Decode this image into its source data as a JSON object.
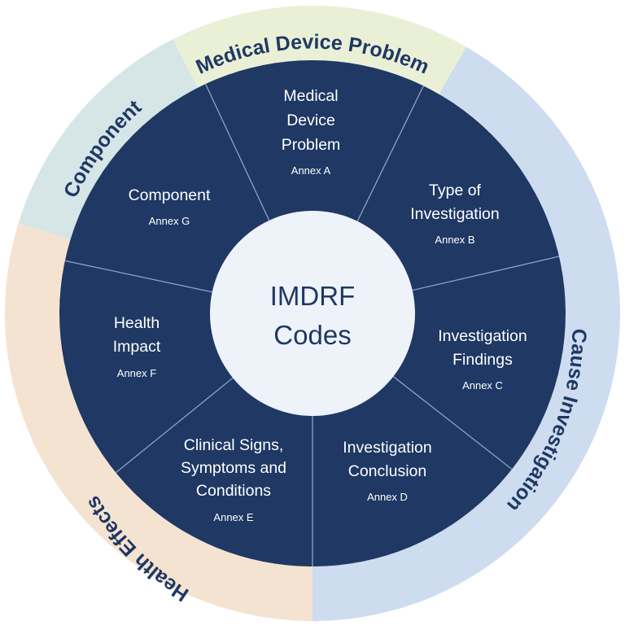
{
  "center": {
    "lines": [
      "IMDRF",
      "Codes"
    ]
  },
  "outer_ring": [
    {
      "label": "Medical Device Problem",
      "color": "#eaf0d6"
    },
    {
      "label": "Cause Investigation",
      "color": "#cddcef"
    },
    {
      "label": "Health Effects",
      "color": "#f5e3d1"
    },
    {
      "label": "Component",
      "color": "#d6e5e6"
    }
  ],
  "segments": [
    {
      "title_lines": [
        "Medical",
        "Device",
        "Problem"
      ],
      "annex": "Annex A"
    },
    {
      "title_lines": [
        "Type of",
        "Investigation"
      ],
      "annex": "Annex B"
    },
    {
      "title_lines": [
        "Investigation",
        "Findings"
      ],
      "annex": "Annex C"
    },
    {
      "title_lines": [
        "Investigation",
        "Conclusion"
      ],
      "annex": "Annex D"
    },
    {
      "title_lines": [
        "Clinical Signs,",
        "Symptoms and",
        "Conditions"
      ],
      "annex": "Annex E"
    },
    {
      "title_lines": [
        "Health",
        "Impact"
      ],
      "annex": "Annex F"
    },
    {
      "title_lines": [
        "Component"
      ],
      "annex": "Annex G"
    }
  ],
  "colors": {
    "segment_fill": "#1f3864",
    "divider": "#8ea3c2",
    "center_fill": "#eef3fa",
    "text_dark": "#1f3864"
  }
}
